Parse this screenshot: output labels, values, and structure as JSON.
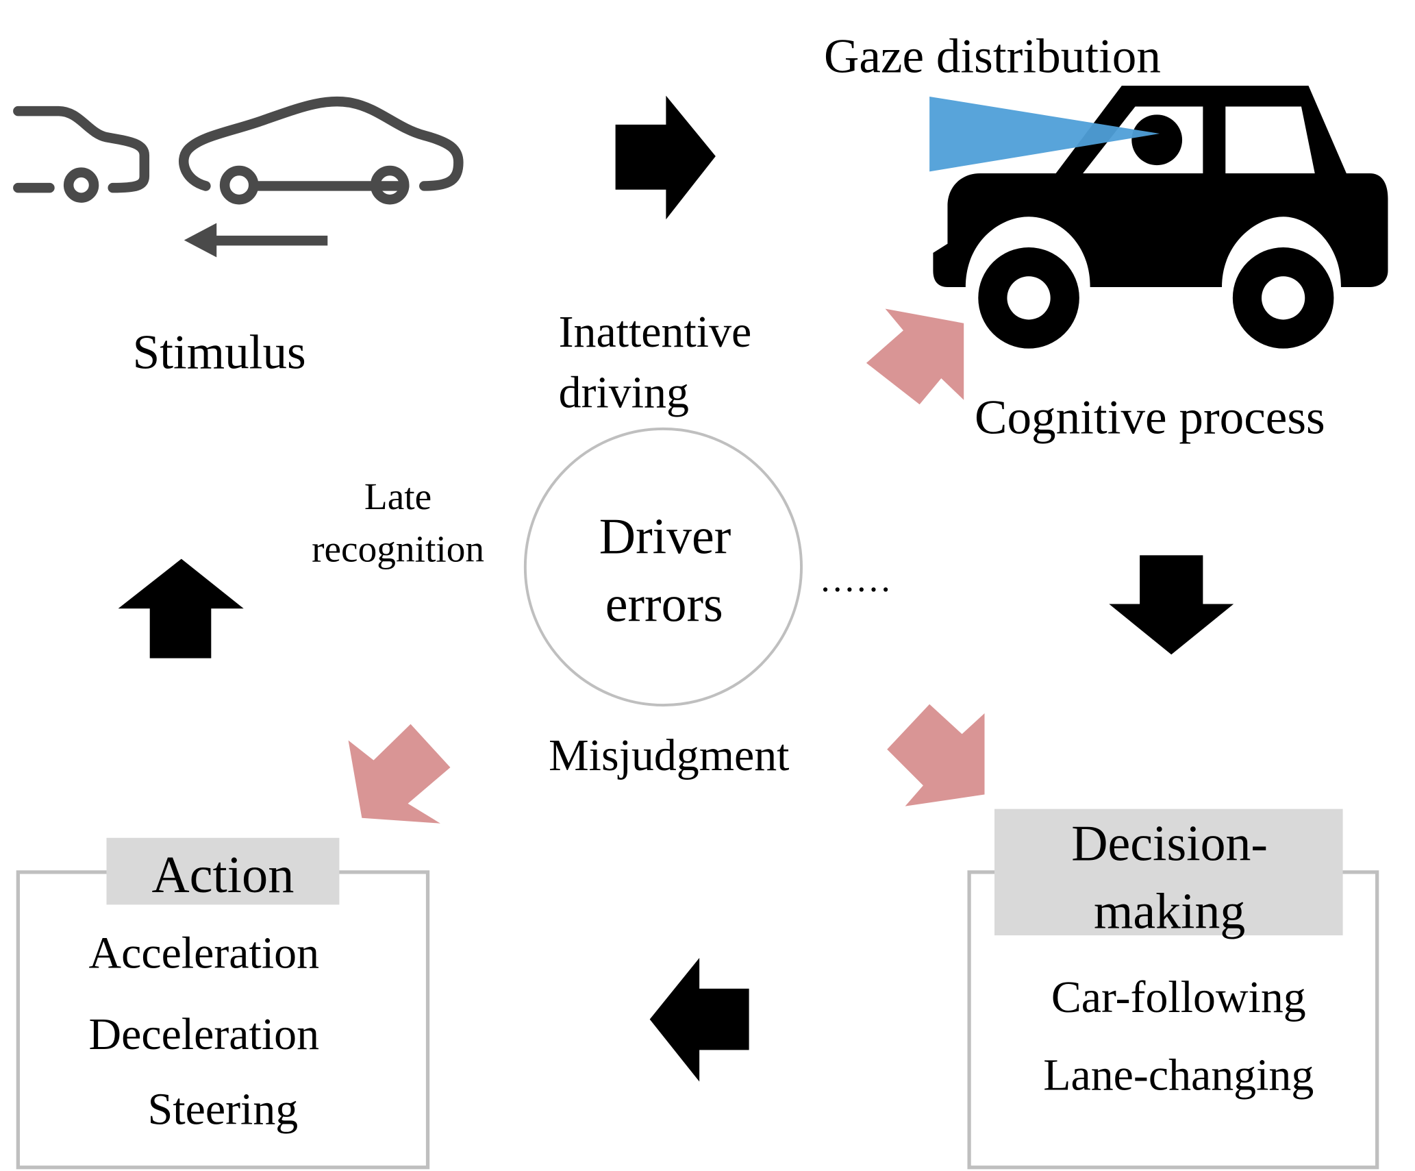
{
  "stimulus": {
    "label": "Stimulus"
  },
  "cognitive": {
    "gaze_label": "Gaze distribution",
    "label": "Cognitive process"
  },
  "center": {
    "line1": "Driver",
    "line2": "errors"
  },
  "errors": {
    "inattentive_line1": "Inattentive",
    "inattentive_line2": "driving",
    "late_line1": "Late",
    "late_line2": "recognition",
    "misjudgment": "Misjudgment",
    "more": "……"
  },
  "decision": {
    "title_line1": "Decision-",
    "title_line2": "making",
    "items": [
      "Car-following",
      "Lane-changing"
    ]
  },
  "action": {
    "title": "Action",
    "items": [
      "Acceleration",
      "Deceleration",
      "Steering"
    ]
  },
  "colors": {
    "flow_arrow": "#000000",
    "error_arrow": "#d99595",
    "gaze_cone": "#4f9fd8",
    "icon_outline": "#4a4a4a",
    "box_header": "#d9d9d9",
    "box_border": "#bfbfbf",
    "circle_border": "#bfbfbf"
  },
  "icons": [
    "cars-overtaking-icon",
    "arrow-left-icon",
    "car-with-driver-icon"
  ]
}
